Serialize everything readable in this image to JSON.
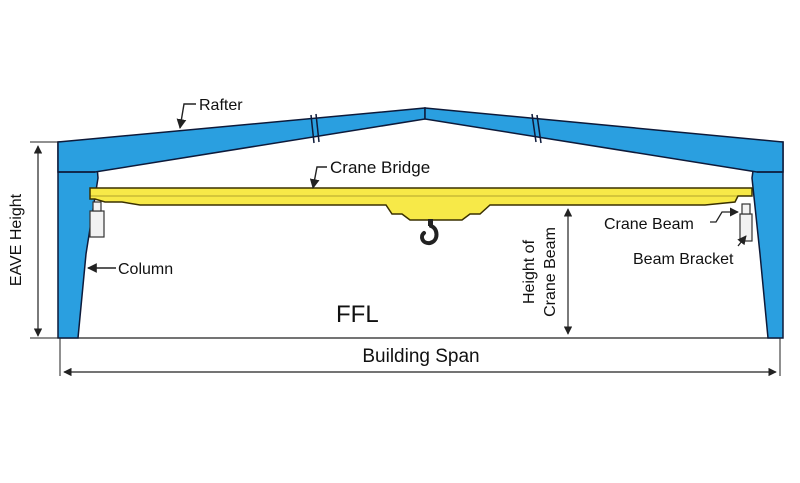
{
  "labels": {
    "rafter": "Rafter",
    "crane_bridge": "Crane Bridge",
    "eave_height": "EAVE Height",
    "column": "Column",
    "ffl": "FFL",
    "height_of_crane_beam_line1": "Height of",
    "height_of_crane_beam_line2": "Crane Beam",
    "crane_beam": "Crane Beam",
    "beam_bracket": "Beam Bracket",
    "building_span": "Building Span"
  },
  "colors": {
    "steel_fill": "#2a9fe0",
    "steel_outline": "#0d1a3a",
    "crane_bridge_fill": "#f7e948",
    "crane_bridge_outline": "#3a3000",
    "bracket_fill": "#f2f2f2",
    "dimension_line": "#222222"
  }
}
